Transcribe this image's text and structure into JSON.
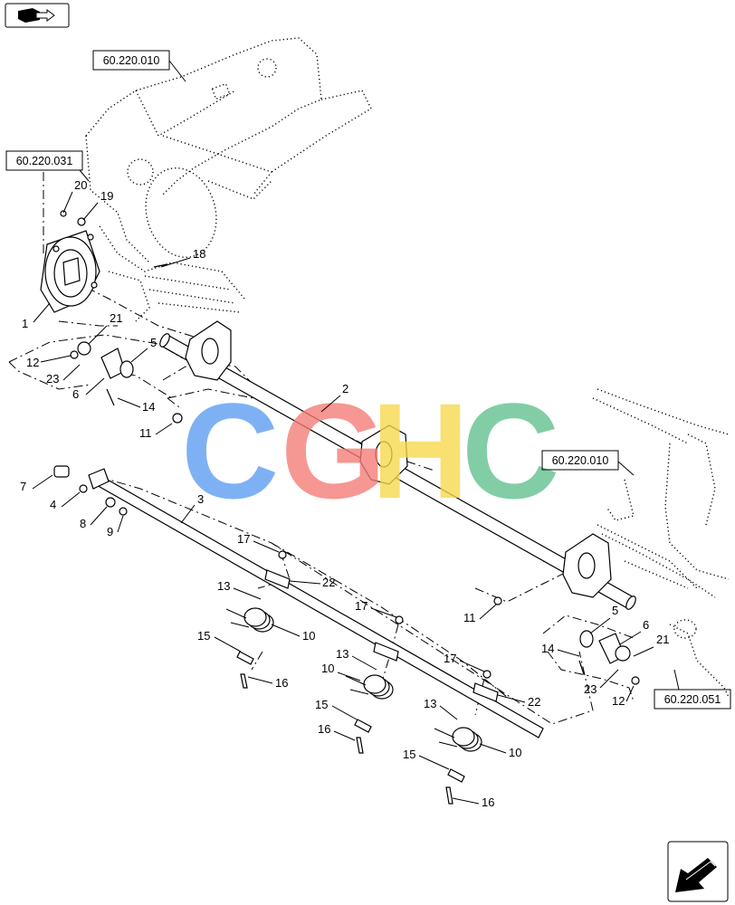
{
  "diagram": {
    "references": [
      {
        "id": "ref_top",
        "text": "60.220.010"
      },
      {
        "id": "ref_left",
        "text": "60.220.031"
      },
      {
        "id": "ref_right",
        "text": "60.220.010"
      },
      {
        "id": "ref_bottom",
        "text": "60.220.051"
      }
    ],
    "callouts": [
      "20",
      "19",
      "18",
      "21",
      "5",
      "12",
      "23",
      "6",
      "1",
      "14",
      "2",
      "11",
      "7",
      "4",
      "8",
      "9",
      "3",
      "17",
      "22",
      "13",
      "10",
      "15",
      "16",
      "17",
      "13",
      "10",
      "15",
      "16",
      "17",
      "22",
      "13",
      "10",
      "15",
      "16",
      "11",
      "5",
      "6",
      "14",
      "21",
      "23",
      "12"
    ],
    "watermark": {
      "letters": [
        "C",
        "G",
        "H",
        "C"
      ],
      "colors": [
        "#5b9cf2",
        "#f47b76",
        "#f7d84a",
        "#5fbf8c"
      ]
    },
    "icons": {
      "top_left": "view-orientation-icon",
      "bottom_right": "next-page-arrow-icon"
    }
  }
}
